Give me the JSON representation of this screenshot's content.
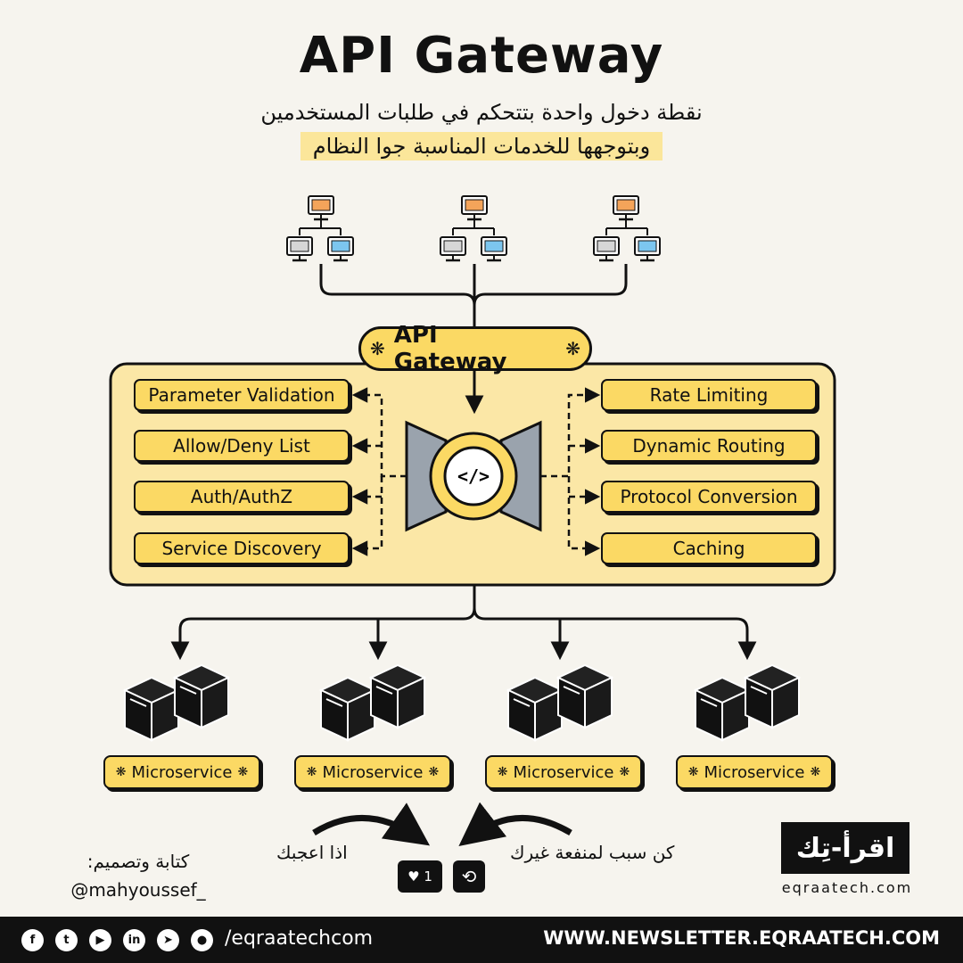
{
  "header": {
    "title": "API Gateway",
    "subtitle_line1": "نقطة دخول واحدة بتتحكم في طلبات المستخدمين",
    "subtitle_line2": "وبتوجهها للخدمات المناسبة جوا النظام"
  },
  "gateway": {
    "label": "API Gateway",
    "star_glyph": "❋",
    "code_icon_glyph": "</>",
    "features_left": [
      "Parameter Validation",
      "Allow/Deny List",
      "Auth/AuthZ",
      "Service Discovery"
    ],
    "features_right": [
      "Rate Limiting",
      "Dynamic Routing",
      "Protocol Conversion",
      "Caching"
    ]
  },
  "microservices": [
    "Microservice",
    "Microservice",
    "Microservice",
    "Microservice"
  ],
  "footer_area": {
    "credit_label": "كتابة وتصميم:",
    "credit_handle": "@mahyoussef_",
    "if_liked": "اذا اعجبك",
    "be_reason": "كن سبب لمنفعة غيرك",
    "like_count": "1",
    "logo_text": "اقرأ-تِك",
    "logo_url": "eqraatech.com"
  },
  "bottom_bar": {
    "social_icons": [
      "facebook-icon",
      "twitter-icon",
      "youtube-icon",
      "linkedin-icon",
      "telegram-icon",
      "github-icon"
    ],
    "handle": "/eqraatechcom",
    "newsletter_url": "WWW.NEWSLETTER.EQRAATECH.COM"
  },
  "colors": {
    "accent_yellow": "#fbd964",
    "panel_yellow": "#fbe7a6",
    "highlight_yellow": "#fbe69a",
    "monitor_orange": "#f4a45a",
    "monitor_blue": "#7cc6ef",
    "ink": "#111111",
    "background": "#f6f4ee"
  }
}
